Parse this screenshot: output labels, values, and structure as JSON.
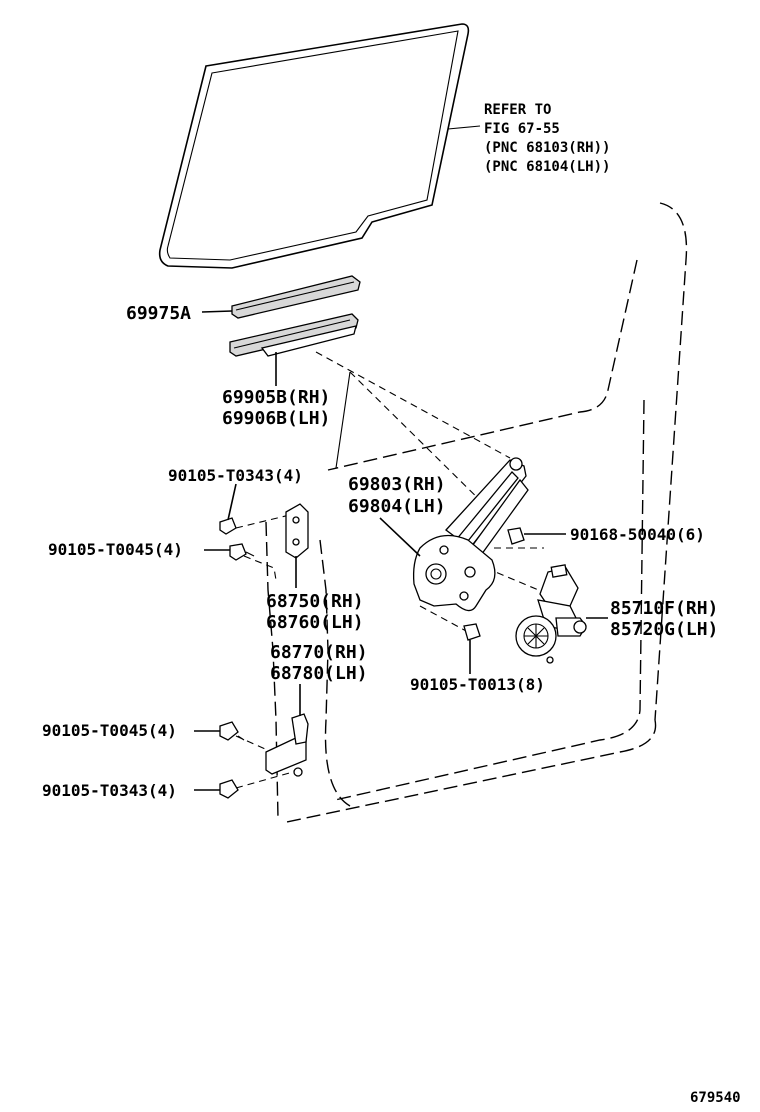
{
  "refer": {
    "line1": "REFER TO",
    "line2": "FIG 67-55",
    "line3": "(PNC 68103(RH))",
    "line4": "(PNC 68104(LH))"
  },
  "parts": {
    "p69975A": "69975A",
    "p69905B": "69905B(RH)",
    "p69906B": "69906B(LH)",
    "p90105_T0343_top": "90105-T0343(4)",
    "p69803": "69803(RH)",
    "p69804": "69804(LH)",
    "p90168_50040": "90168-50040(6)",
    "p90105_T0045_top": "90105-T0045(4)",
    "p68750": "68750(RH)",
    "p68760": "68760(LH)",
    "p85710F": "85710F(RH)",
    "p85720G": "85720G(LH)",
    "p68770": "68770(RH)",
    "p68780": "68780(LH)",
    "p90105_T0013": "90105-T0013(8)",
    "p90105_T0045_bot": "90105-T0045(4)",
    "p90105_T0343_bot": "90105-T0343(4)"
  },
  "figure_number": "679540"
}
